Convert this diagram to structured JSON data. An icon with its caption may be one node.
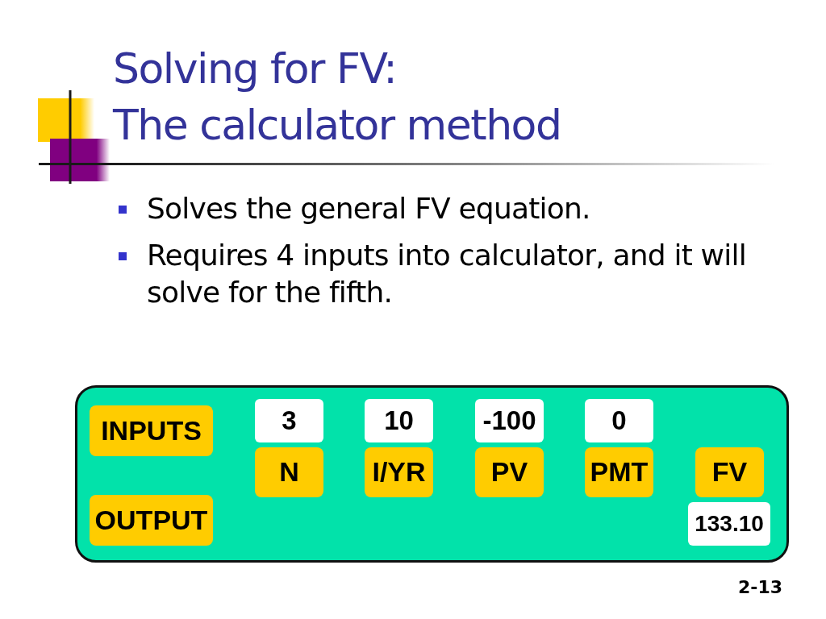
{
  "diagram": {
    "title": "Solving for FV: The calculator method",
    "nodes": [
      {
        "text": [],
        "shape": "box"
      },
      {
        "text": [
          "INPUTS"
        ],
        "in": 0
      },
      {
        "text": [
          "3"
        ],
        "in": 0
      },
      {
        "text": [
          "10"
        ],
        "in": 0
      },
      {
        "text": [
          "-100"
        ],
        "in": 0
      },
      {
        "text": [
          "0"
        ],
        "in": 0
      },
      {
        "text": [
          "N"
        ],
        "in": 0
      },
      {
        "text": [
          "I/YR"
        ],
        "in": 0
      },
      {
        "text": [
          "PV"
        ],
        "in": 0
      },
      {
        "text": [
          "PMT"
        ],
        "in": 0
      },
      {
        "text": [
          "FV"
        ],
        "in": 0
      },
      {
        "text": [
          "OUTPUT"
        ],
        "in": 0
      },
      {
        "text": [
          "133.10"
        ],
        "in": 0
      }
    ],
    "labels": [
      "Solves the general FV equation.",
      "Requires 4 inputs into calculator, and it will solve for the fifth.",
      "2-13"
    ]
  }
}
